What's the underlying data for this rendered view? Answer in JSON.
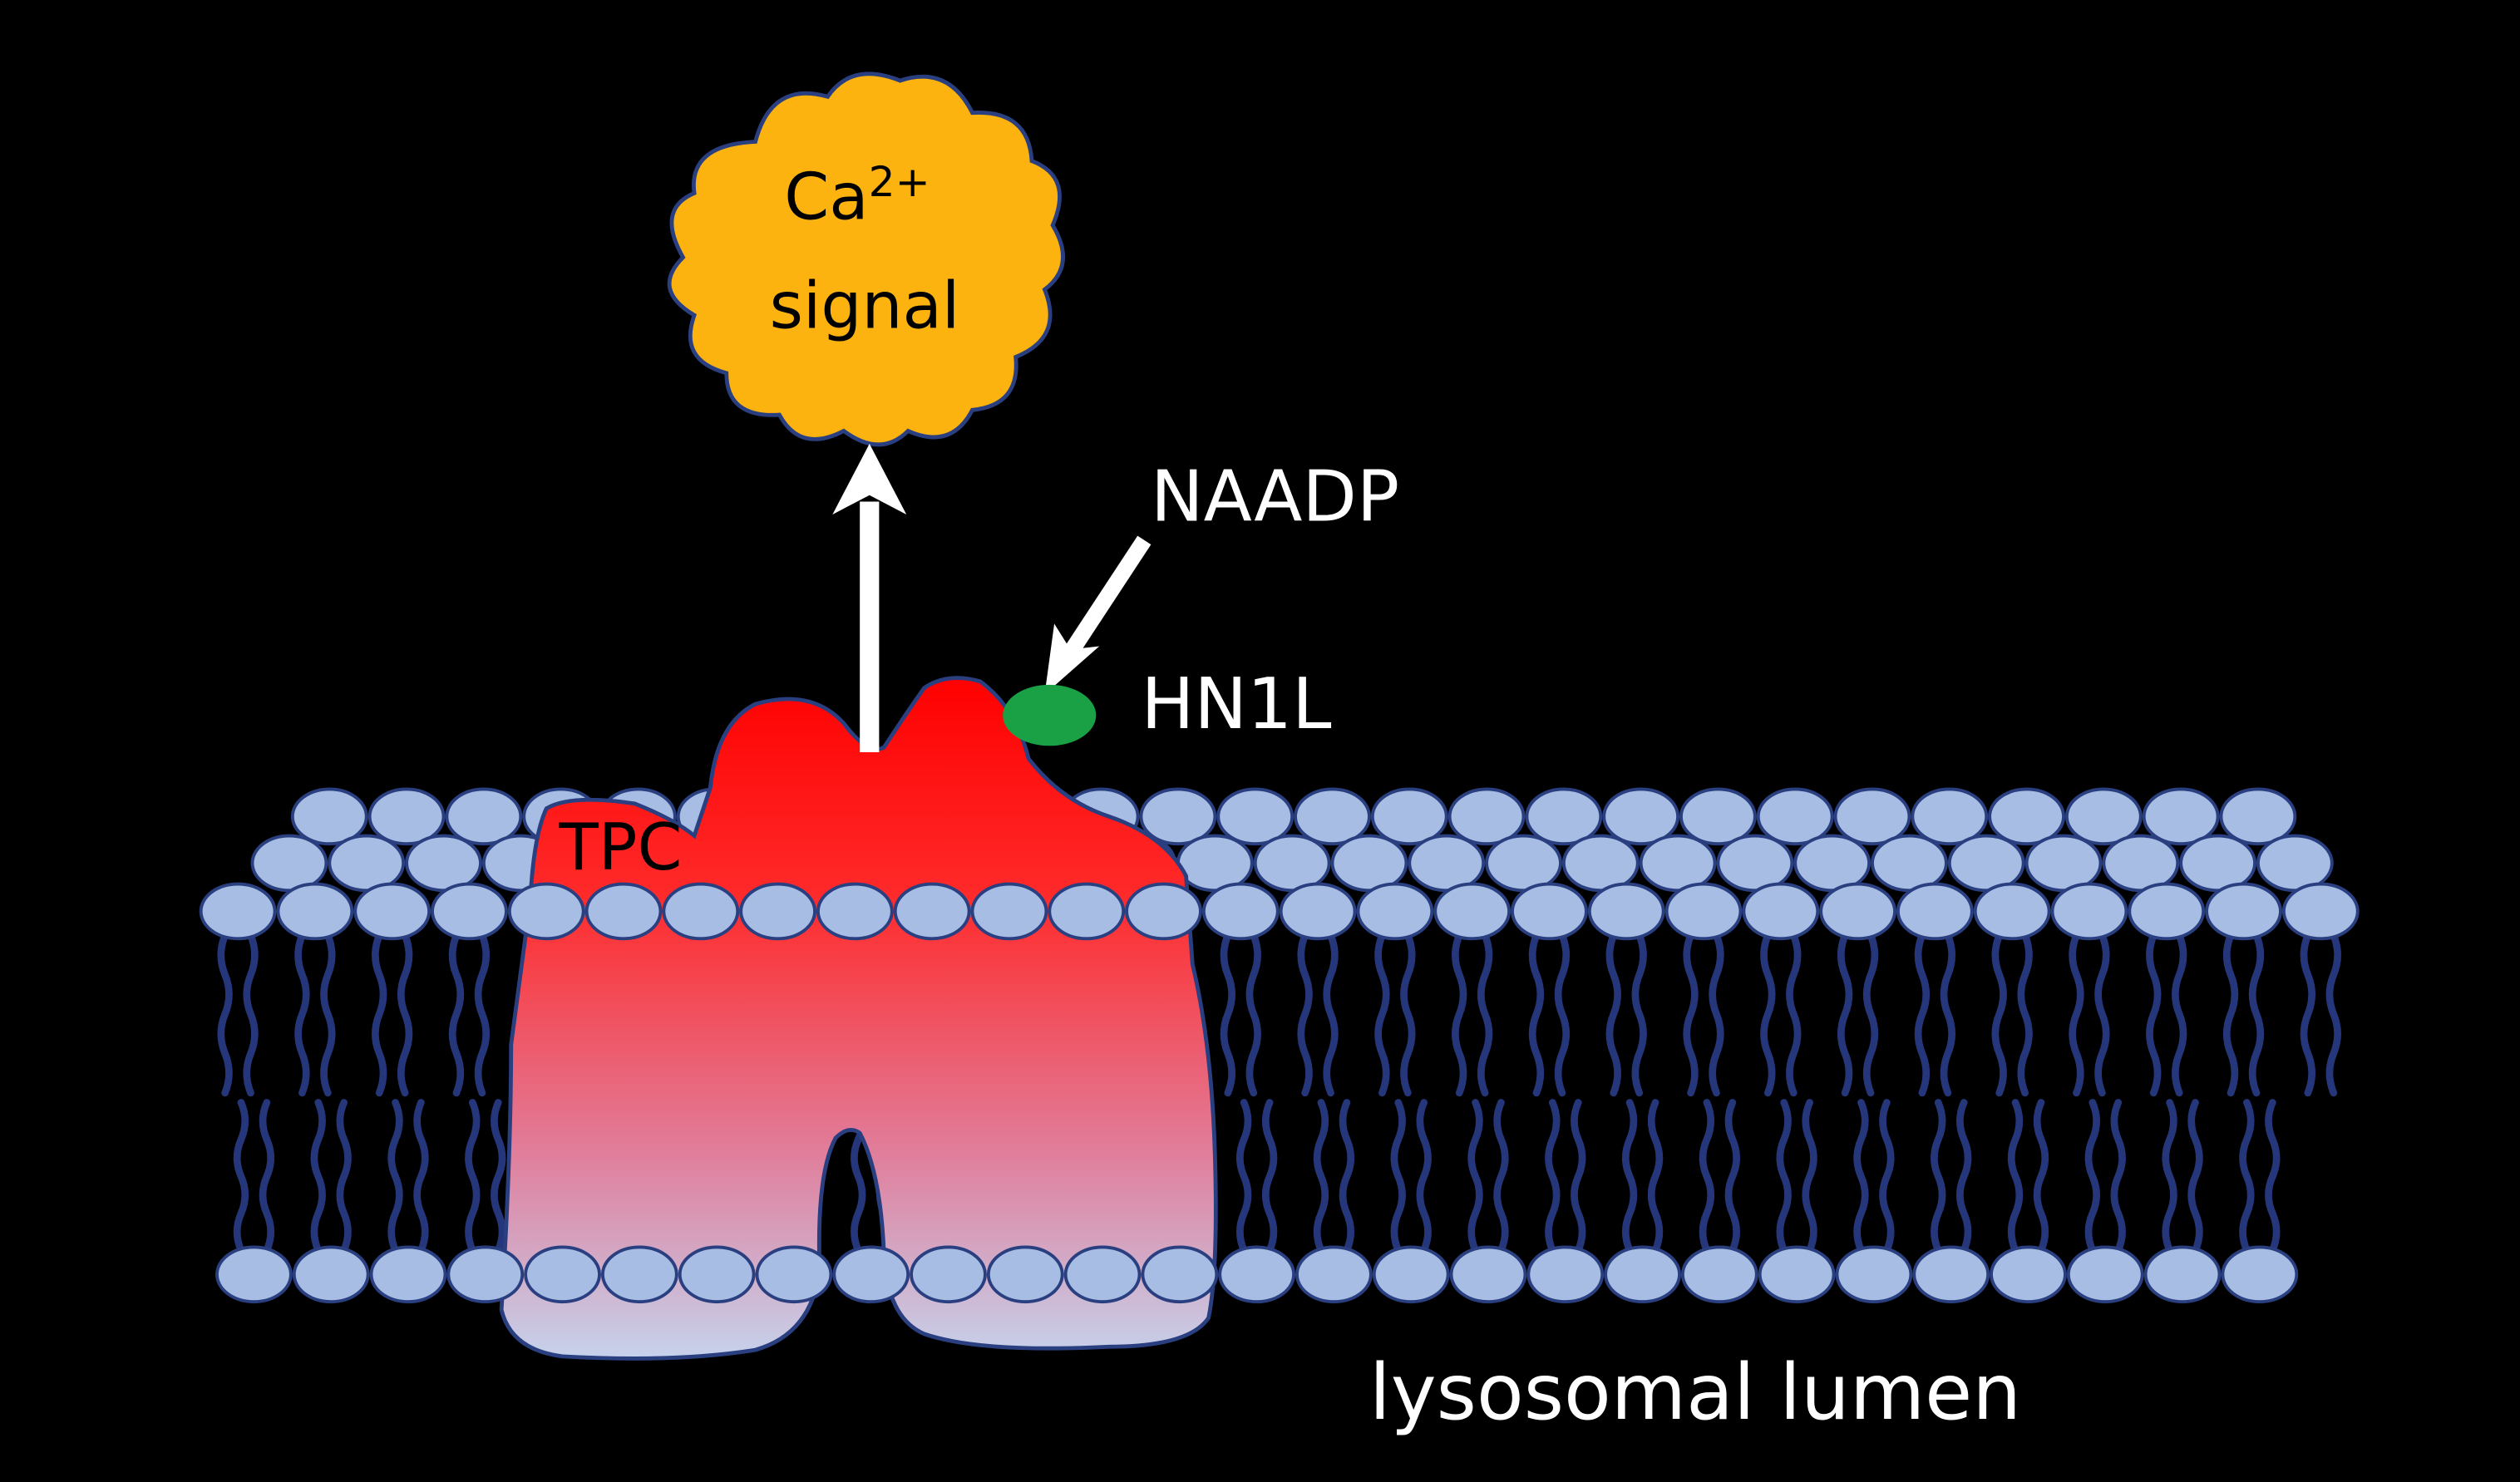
{
  "labels": {
    "ca_main": "Ca",
    "ca_sup": "2+",
    "signal": "signal",
    "naadp": "NAADP",
    "hn1l": "HN1L",
    "tpc": "TPC",
    "lumen": "lysosomal lumen"
  },
  "colors": {
    "background": "#000000",
    "head_fill": "#a7bde3",
    "head_stroke": "#2a3f80",
    "tail": "#26367a",
    "tpc_top": "#ff0000",
    "tpc_bottom": "#c6d2ec",
    "cloud": "#fcb20f",
    "hn1l": "#1aa146",
    "arrow": "#ffffff",
    "label_light": "#ffffff",
    "label_dark": "#000000"
  }
}
